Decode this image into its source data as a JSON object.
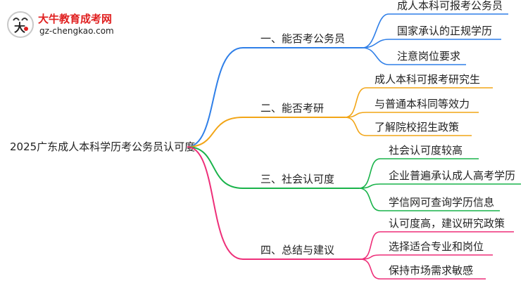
{
  "logo": {
    "title": "大牛教育成考网",
    "url": "gz-chengkao.com",
    "badge_icon": "bull-head-logo-icon"
  },
  "mindmap": {
    "root": "2025广东成人本科学历考公务员认可度",
    "branches": [
      {
        "label": "一、能否考公务员",
        "color": "#2f7fe8",
        "children": [
          "成人本科可报考公务员",
          "国家承认的正规学历",
          "注意岗位要求"
        ]
      },
      {
        "label": "二、能否考研",
        "color": "#f2a516",
        "children": [
          "成人本科可报考研究生",
          "与普通本科同等效力",
          "了解院校招生政策"
        ]
      },
      {
        "label": "三、社会认可度",
        "color": "#19b34a",
        "children": [
          "社会认可度较高",
          "企业普遍承认成人高考学历",
          "学信网可查询学历信息"
        ]
      },
      {
        "label": "四、总结与建议",
        "color": "#ee2f79",
        "children": [
          "认可度高，建议研究政策",
          "选择适合专业和岗位",
          "保持市场需求敏感"
        ]
      }
    ]
  }
}
